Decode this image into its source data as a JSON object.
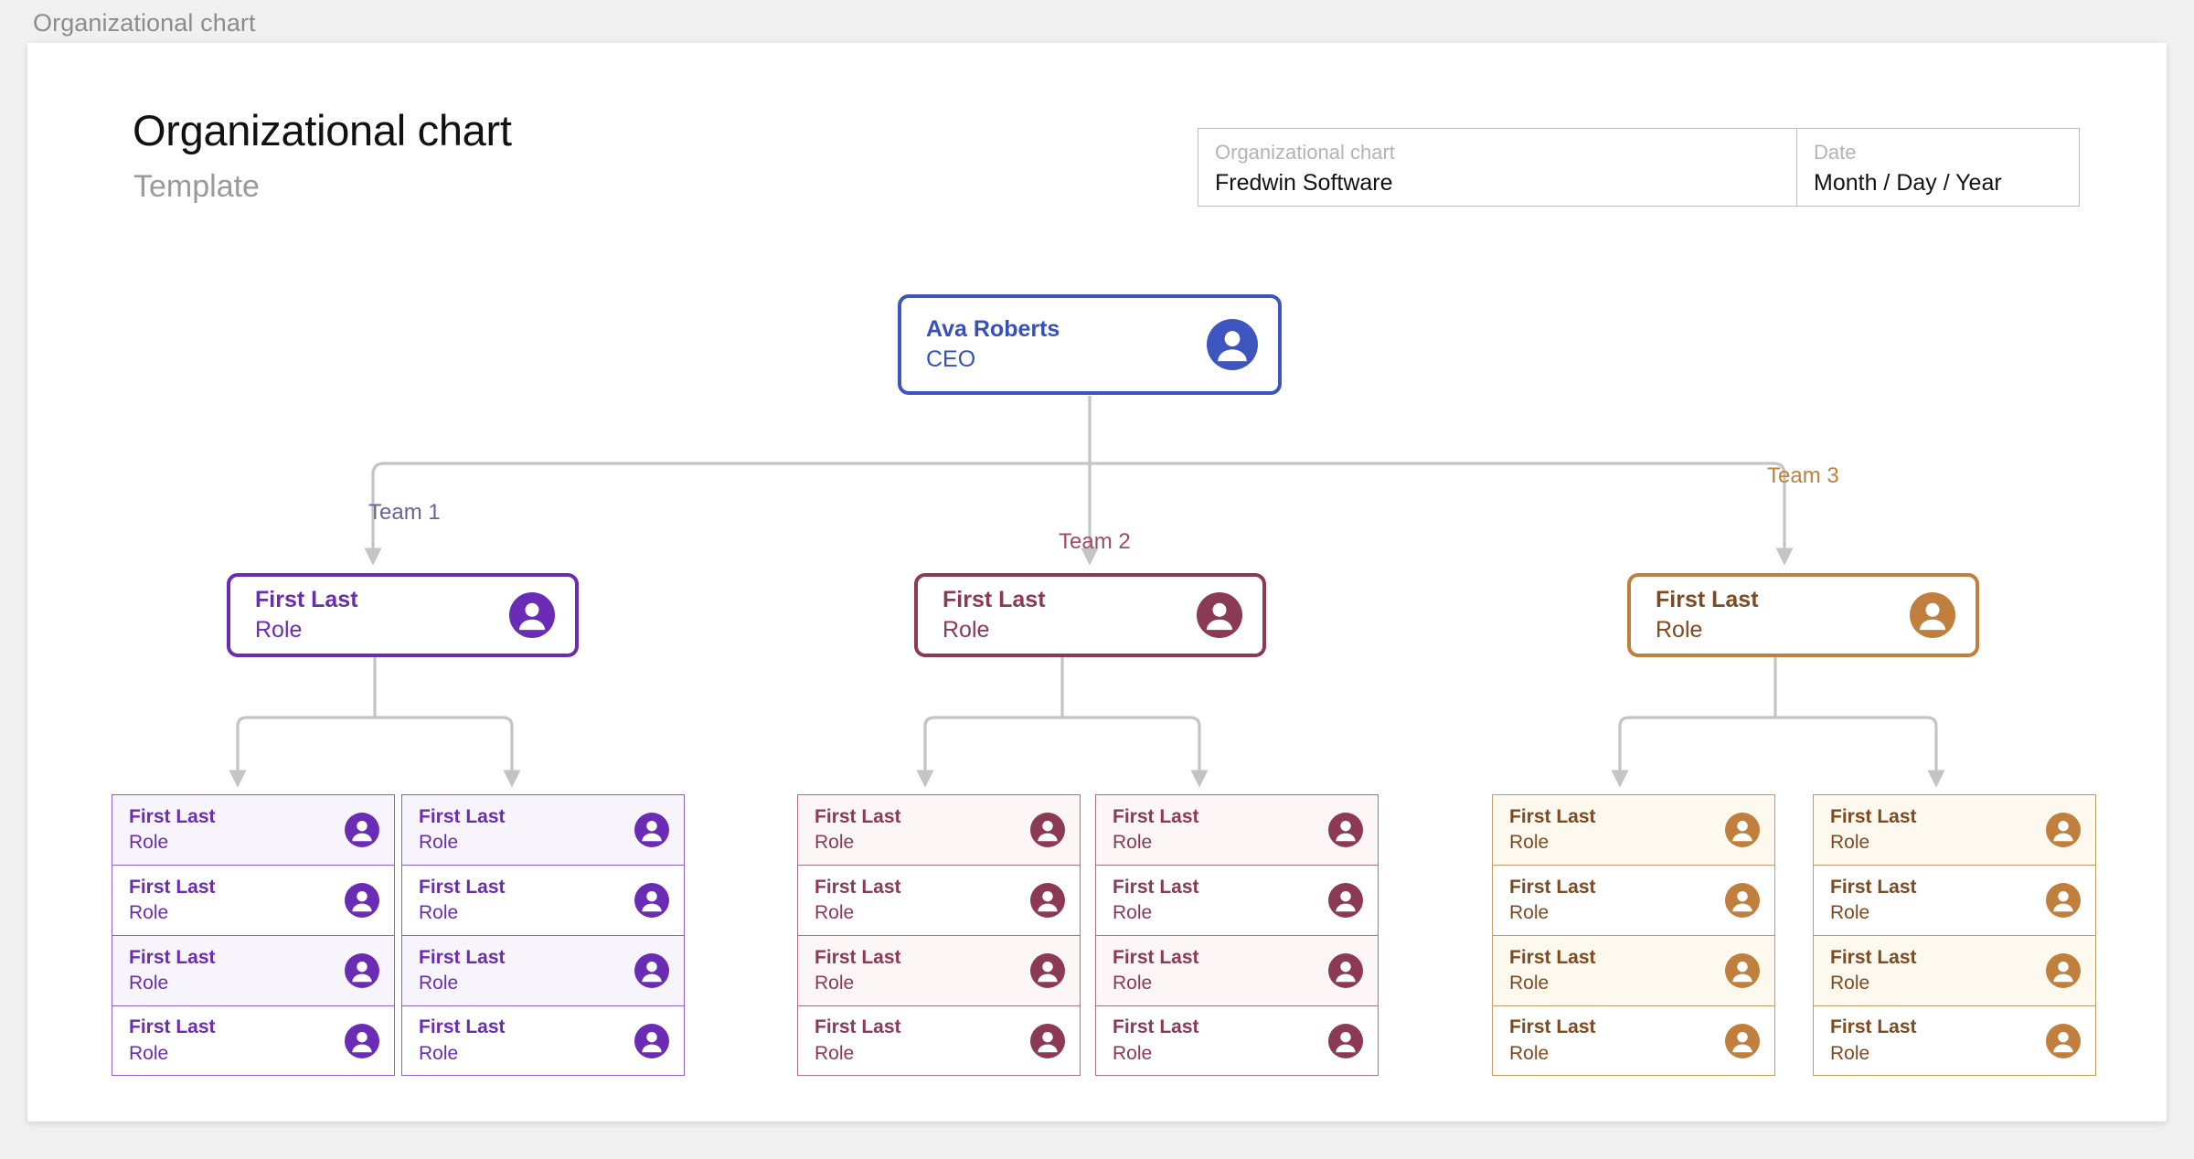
{
  "window": {
    "breadcrumb": "Organizational chart"
  },
  "header": {
    "title": "Organizational chart",
    "subtitle": "Template",
    "meta": {
      "company_label": "Organizational chart",
      "company_value": "Fredwin Software",
      "date_label": "Date",
      "date_value": "Month / Day / Year"
    }
  },
  "colors": {
    "root": "#3e55c0",
    "team1": "#6b2cb5",
    "team2": "#8c3a54",
    "team3": "#c17f3d",
    "connector": "#c4c4c4",
    "page_background": "#f0f0f0",
    "canvas": "#ffffff"
  },
  "chart_data": {
    "type": "diagram",
    "title": "Organizational chart",
    "root": {
      "name": "Ava Roberts",
      "role": "CEO",
      "color": "#3e55c0"
    },
    "branch_labels": [
      "Team 1",
      "Team 2",
      "Team 3"
    ],
    "teams": [
      {
        "label": "Team 1",
        "color": "#6b2cb5",
        "manager": {
          "name": "First Last",
          "role": "Role"
        },
        "columns": [
          {
            "members": [
              {
                "name": "First Last",
                "role": "Role"
              },
              {
                "name": "First Last",
                "role": "Role"
              },
              {
                "name": "First Last",
                "role": "Role"
              },
              {
                "name": "First Last",
                "role": "Role"
              }
            ]
          },
          {
            "members": [
              {
                "name": "First Last",
                "role": "Role"
              },
              {
                "name": "First Last",
                "role": "Role"
              },
              {
                "name": "First Last",
                "role": "Role"
              },
              {
                "name": "First Last",
                "role": "Role"
              }
            ]
          }
        ]
      },
      {
        "label": "Team 2",
        "color": "#8c3a54",
        "manager": {
          "name": "First Last",
          "role": "Role"
        },
        "columns": [
          {
            "members": [
              {
                "name": "First Last",
                "role": "Role"
              },
              {
                "name": "First Last",
                "role": "Role"
              },
              {
                "name": "First Last",
                "role": "Role"
              },
              {
                "name": "First Last",
                "role": "Role"
              }
            ]
          },
          {
            "members": [
              {
                "name": "First Last",
                "role": "Role"
              },
              {
                "name": "First Last",
                "role": "Role"
              },
              {
                "name": "First Last",
                "role": "Role"
              },
              {
                "name": "First Last",
                "role": "Role"
              }
            ]
          }
        ]
      },
      {
        "label": "Team 3",
        "color": "#c17f3d",
        "manager": {
          "name": "First Last",
          "role": "Role"
        },
        "columns": [
          {
            "members": [
              {
                "name": "First Last",
                "role": "Role"
              },
              {
                "name": "First Last",
                "role": "Role"
              },
              {
                "name": "First Last",
                "role": "Role"
              },
              {
                "name": "First Last",
                "role": "Role"
              }
            ]
          },
          {
            "members": [
              {
                "name": "First Last",
                "role": "Role"
              },
              {
                "name": "First Last",
                "role": "Role"
              },
              {
                "name": "First Last",
                "role": "Role"
              },
              {
                "name": "First Last",
                "role": "Role"
              }
            ]
          }
        ]
      }
    ]
  }
}
